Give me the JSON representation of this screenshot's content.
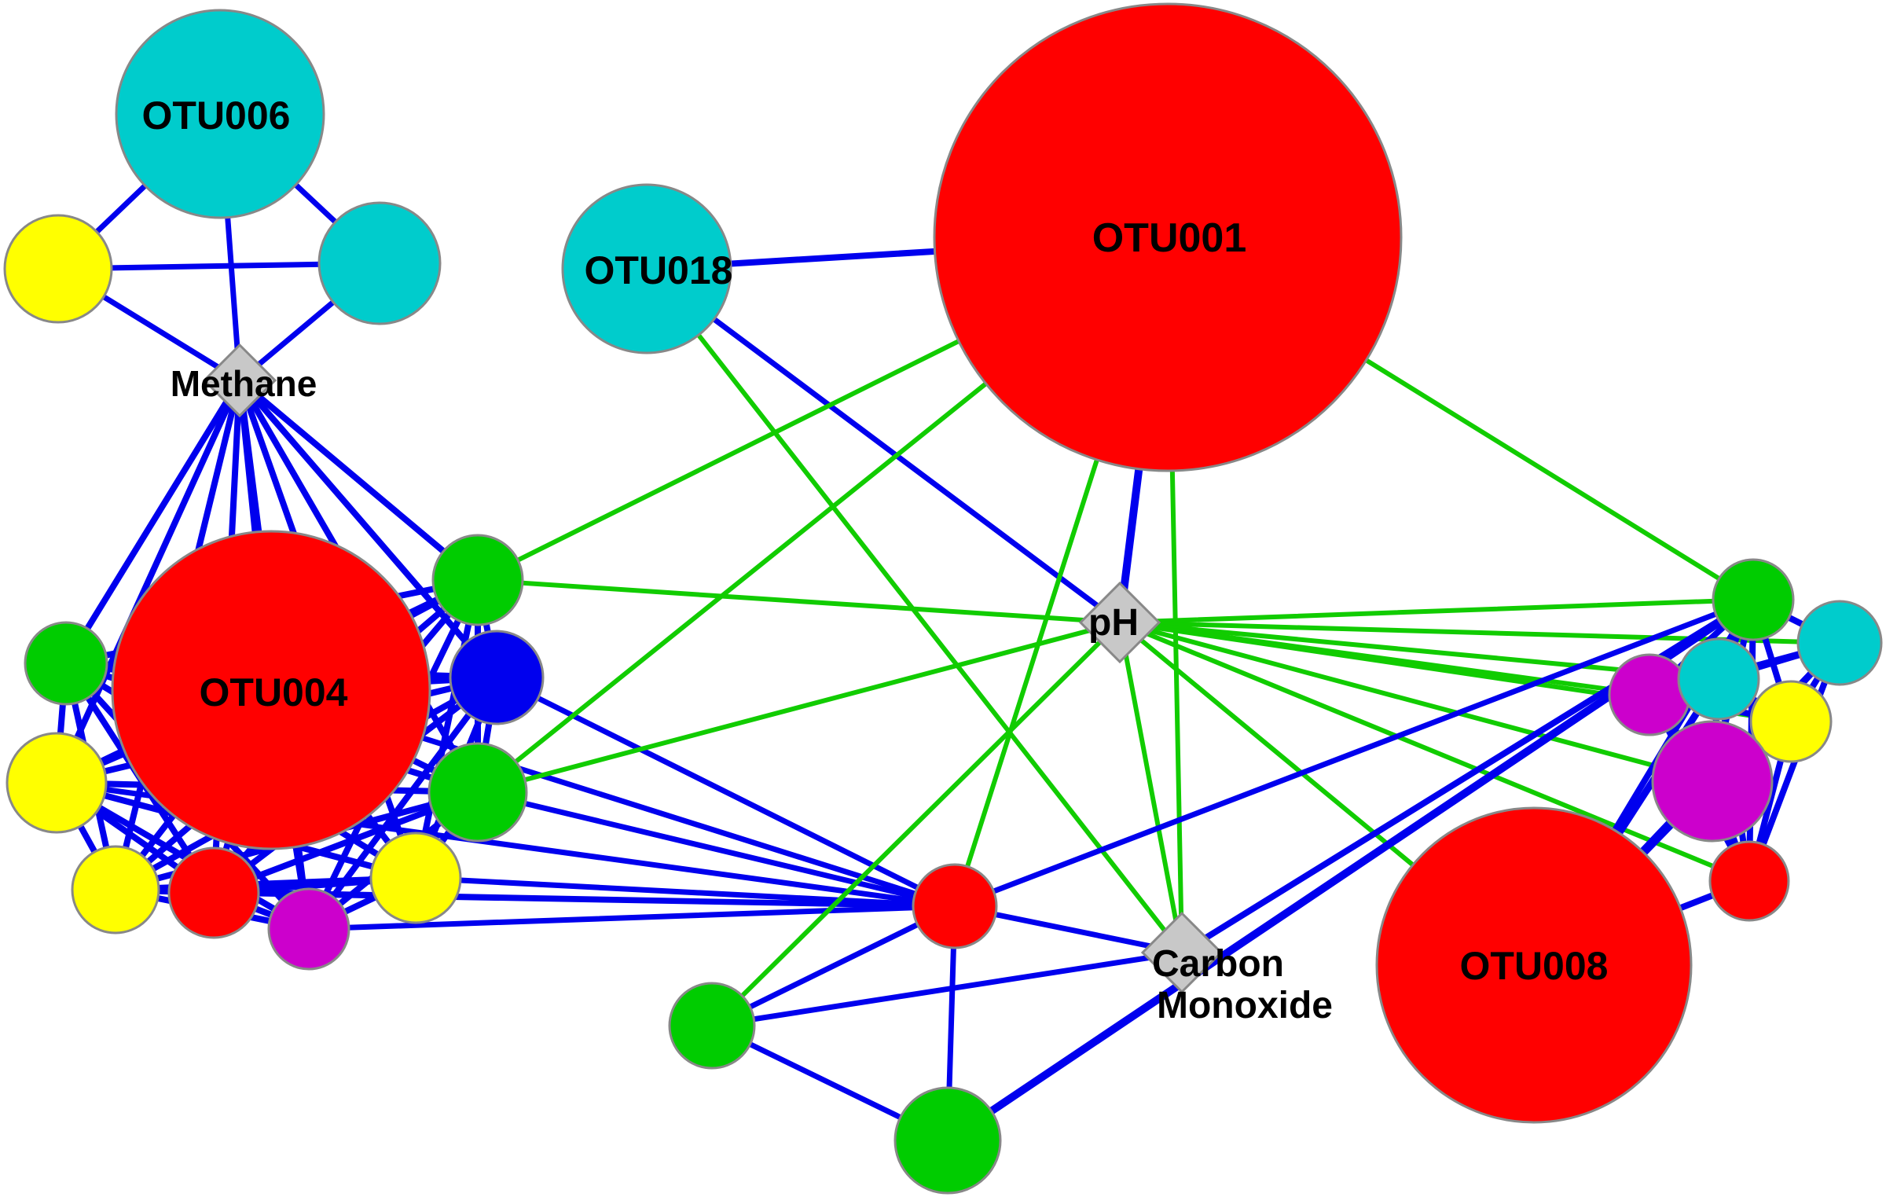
{
  "colors": {
    "positive_edge": "#0000ee",
    "negative_edge": "#11cc00",
    "node_stroke": "#888888",
    "env_fill": "#c8c8c8",
    "red": "#ff0000",
    "cyan": "#00cccc",
    "yellow": "#ffff00",
    "green": "#00cc00",
    "blue": "#0000ee",
    "magenta": "#cc00cc"
  },
  "labels": {
    "otu006": "OTU006",
    "otu018": "OTU018",
    "otu001": "OTU001",
    "otu004": "OTU004",
    "otu008": "OTU008",
    "methane": "Methane",
    "ph": "pH",
    "co_line1": "Carbon",
    "co_line2": "Monoxide"
  }
}
